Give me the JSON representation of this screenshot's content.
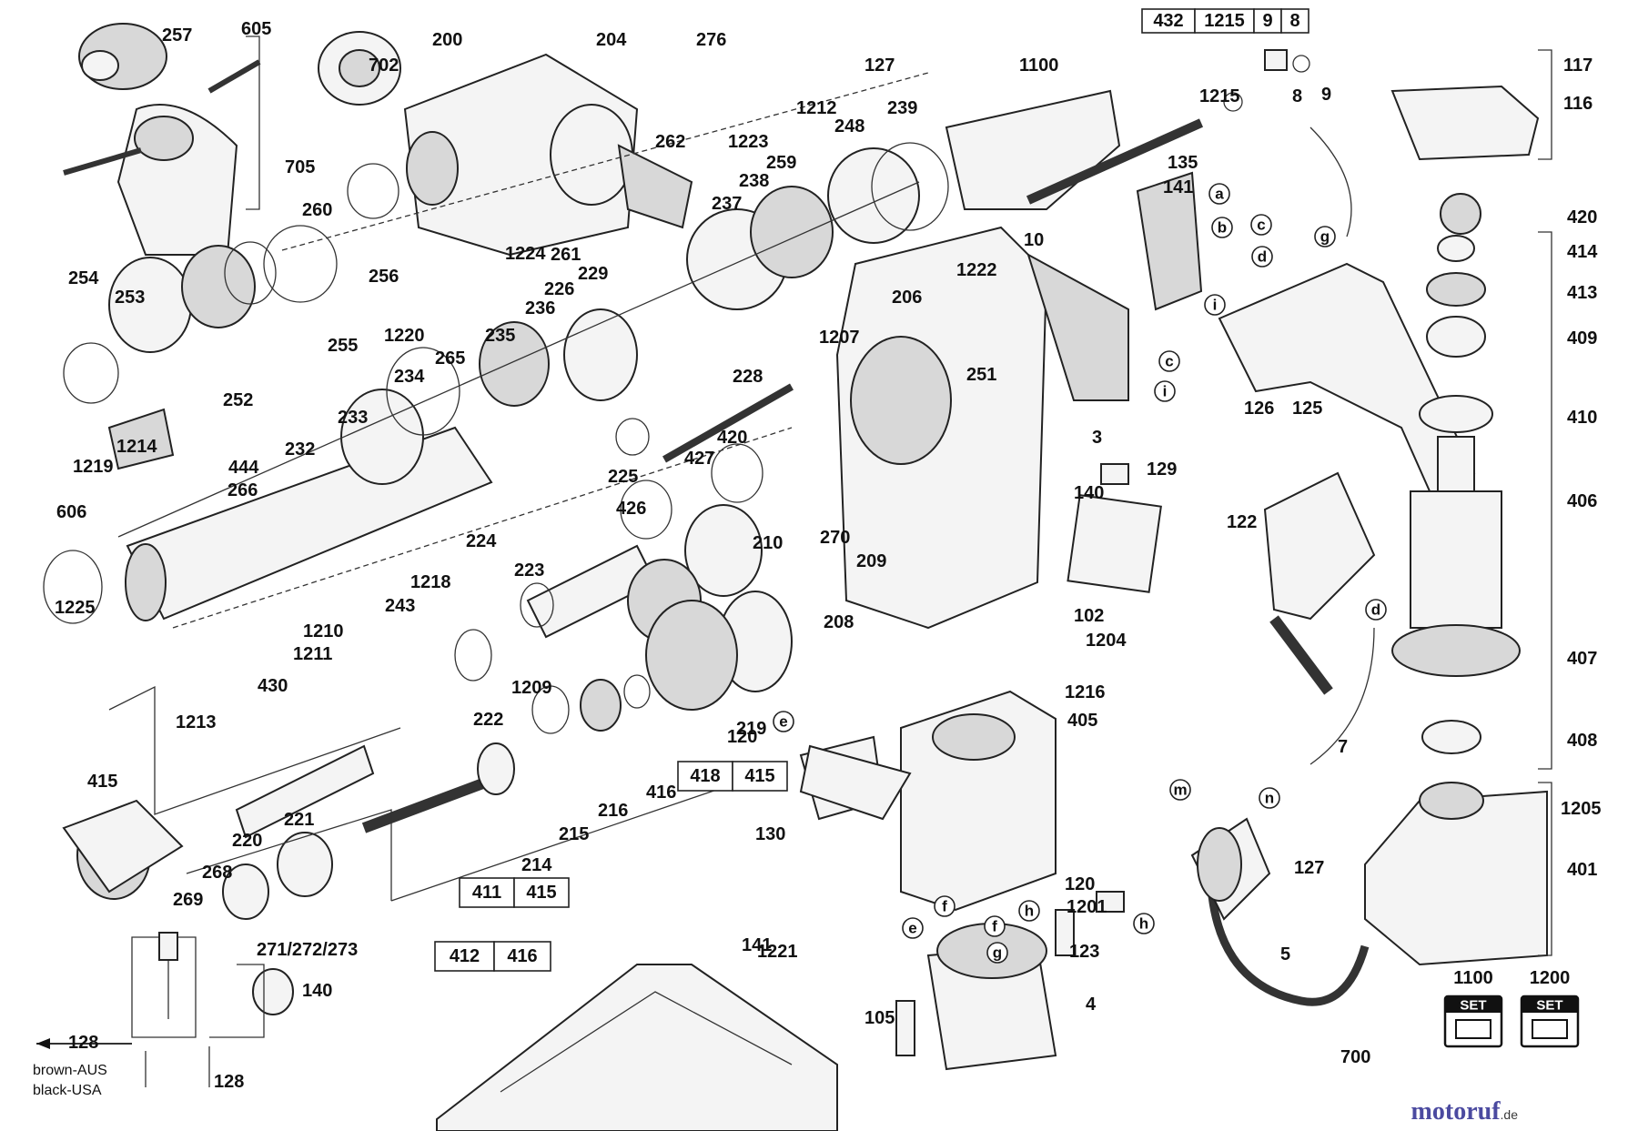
{
  "part_labels": [
    "257",
    "605",
    "702",
    "200",
    "204",
    "276",
    "127",
    "1100",
    "1215",
    "8",
    "9",
    "117",
    "116",
    "705",
    "262",
    "1223",
    "1212",
    "239",
    "248",
    "259",
    "238",
    "237",
    "135",
    "141",
    "420",
    "414",
    "413",
    "409",
    "410",
    "406",
    "407",
    "408",
    "1205",
    "401",
    "260",
    "254",
    "253",
    "255",
    "252",
    "256",
    "1220",
    "1224",
    "261",
    "236",
    "235",
    "226",
    "229",
    "265",
    "234",
    "233",
    "232",
    "444",
    "266",
    "606",
    "1214",
    "1219",
    "1225",
    "1222",
    "10",
    "206",
    "1207",
    "251",
    "3",
    "129",
    "140",
    "126",
    "125",
    "122",
    "228",
    "420",
    "427",
    "426",
    "225",
    "224",
    "223",
    "210",
    "270",
    "209",
    "208",
    "102",
    "1204",
    "1216",
    "405",
    "1218",
    "243",
    "1210",
    "1211",
    "430",
    "1209",
    "222",
    "219",
    "1213",
    "415",
    "221",
    "220",
    "268",
    "269",
    "271/272/273",
    "216",
    "416",
    "215",
    "214",
    "120",
    "130",
    "120",
    "1201",
    "1221",
    "123",
    "105",
    "4",
    "5",
    "127",
    "700",
    "141",
    "140",
    "128",
    "128",
    "7"
  ],
  "ref_letters": [
    "a",
    "b",
    "c",
    "d",
    "i",
    "g",
    "c",
    "i",
    "d",
    "e",
    "m",
    "n",
    "f",
    "f",
    "h",
    "h",
    "g",
    "e"
  ],
  "box_labels": [
    "432",
    "1215",
    "9",
    "8",
    "418",
    "415",
    "411",
    "415",
    "412",
    "416"
  ],
  "set_badges": [
    {
      "number": "1100",
      "label": "SET"
    },
    {
      "number": "1200",
      "label": "SET"
    }
  ],
  "notes": {
    "line1": "brown-AUS",
    "line2": "black-USA"
  },
  "watermark": {
    "main": "motoruf",
    "suffix": ".de"
  },
  "colors": {
    "ink": "#111111",
    "watermark_main": "#4b4aa0",
    "watermark_suffix": "#3a3a3a"
  }
}
